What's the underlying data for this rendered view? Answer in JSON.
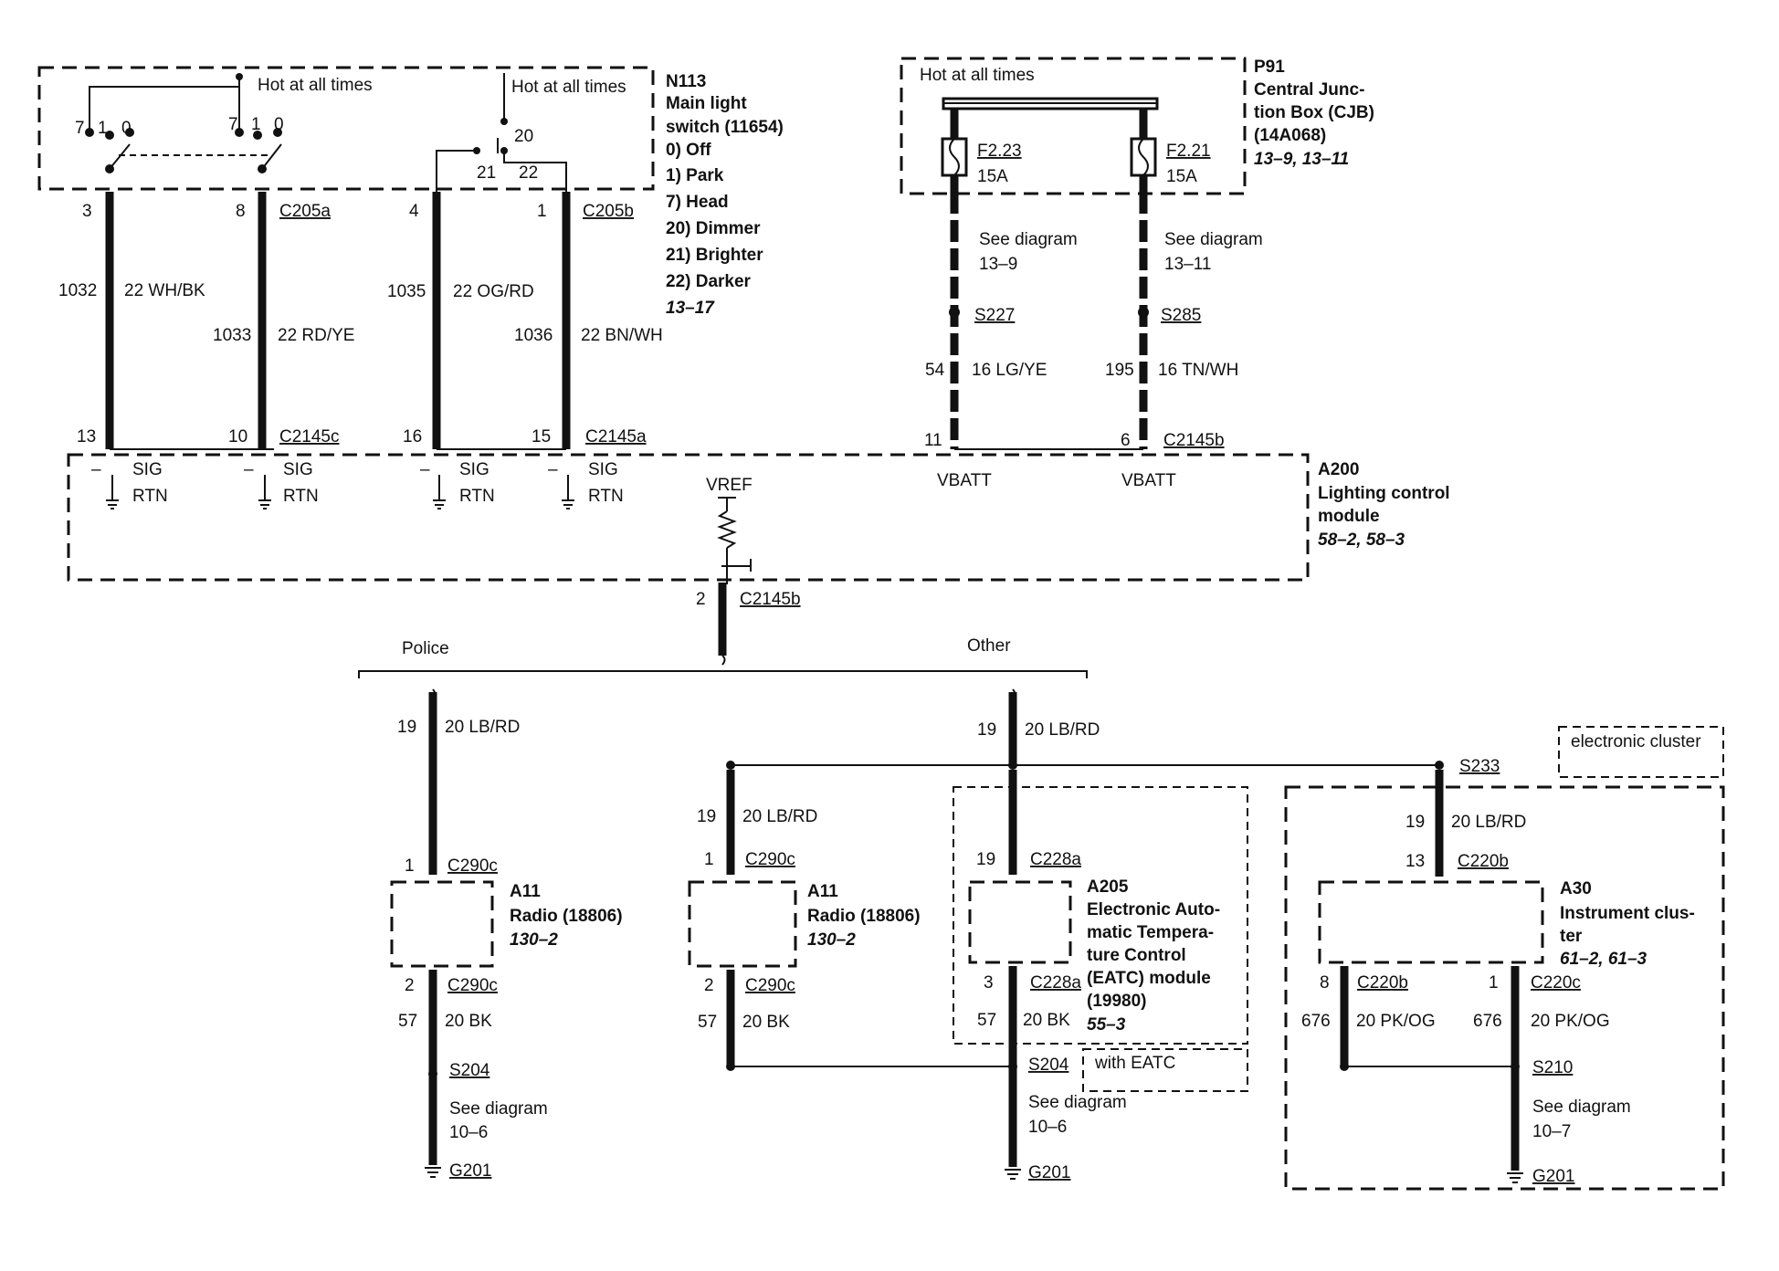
{
  "n113": {
    "id": "N113",
    "title_l1": "Main light",
    "title_l2": "switch (11654)",
    "pos0": "0)   Off",
    "pos1": "1)   Park",
    "pos7": "7)   Head",
    "pos20": "20)  Dimmer",
    "pos21": "21)  Brighter",
    "pos22": "22)  Darker",
    "ref": "13–17",
    "hot1": "Hot at all times",
    "hot2": "Hot at all times",
    "sw_7a": "7",
    "sw_1a": "1",
    "sw_0a": "0",
    "sw_7b": "7",
    "sw_1b": "1",
    "sw_0b": "0",
    "sw_20": "20",
    "sw_21": "21",
    "sw_22": "22"
  },
  "p91": {
    "id": "P91",
    "l1": "Central Junc-",
    "l2": "tion Box (CJB)",
    "l3": "(14A068)",
    "ref": "13–9, 13–11",
    "hot": "Hot at all times",
    "fuse1": "F2.23",
    "fuse1_amp": "15A",
    "fuse2": "F2.21",
    "fuse2_amp": "15A"
  },
  "a200": {
    "id": "A200",
    "l1": "Lighting control",
    "l2": "module",
    "ref": "58–2, 58–3",
    "vref": "VREF",
    "vbatt1": "VBATT",
    "vbatt2": "VBATT",
    "sig": "SIG",
    "rtn": "RTN",
    "minus": "–"
  },
  "wires": {
    "w1": {
      "pin_top": "3",
      "circuit": "1032",
      "gauge": "22 WH/BK",
      "pin_bot": "13"
    },
    "w2": {
      "pin_top": "8",
      "conn_top": "C205a",
      "circuit": "1033",
      "gauge": "22 RD/YE",
      "pin_bot": "10",
      "conn_bot": "C2145c"
    },
    "w3": {
      "pin_top": "4",
      "circuit": "1035",
      "gauge": "22 OG/RD",
      "pin_bot": "16"
    },
    "w4": {
      "pin_top": "1",
      "conn_top": "C205b",
      "circuit": "1036",
      "gauge": "22 BN/WH",
      "pin_bot": "15",
      "conn_bot": "C2145a"
    },
    "w5": {
      "see1": "See diagram",
      "see2": "13–9",
      "splice": "S227",
      "circuit": "54",
      "gauge": "16 LG/YE",
      "pin_bot": "11"
    },
    "w6": {
      "see1": "See diagram",
      "see2": "13–11",
      "splice": "S285",
      "circuit": "195",
      "gauge": "16 TN/WH",
      "pin_bot": "6",
      "conn_bot": "C2145b"
    },
    "vref": {
      "pin": "2",
      "conn": "C2145b"
    }
  },
  "branch": {
    "police": "Police",
    "other": "Other"
  },
  "radio_police": {
    "in_circuit": "19",
    "in_gauge": "20 LB/RD",
    "in_pin": "1",
    "in_conn": "C290c",
    "id": "A11",
    "l1": "Radio (18806)",
    "ref": "130–2",
    "out_pin": "2",
    "out_conn": "C290c",
    "out_circuit": "57",
    "out_gauge": "20 BK",
    "splice": "S204",
    "see1": "See diagram",
    "see2": "10–6",
    "ground": "G201"
  },
  "other_feed": {
    "circuit": "19",
    "gauge": "20 LB/RD",
    "splice": "S233"
  },
  "radio_other": {
    "in_circuit": "19",
    "in_gauge": "20 LB/RD",
    "in_pin": "1",
    "in_conn": "C290c",
    "id": "A11",
    "l1": "Radio (18806)",
    "ref": "130–2",
    "out_pin": "2",
    "out_conn": "C290c",
    "out_circuit": "57",
    "out_gauge": "20 BK"
  },
  "eatc": {
    "in_pin": "19",
    "in_conn": "C228a",
    "id": "A205",
    "l1": "Electronic Auto-",
    "l2": "matic Tempera-",
    "l3": "ture Control",
    "l4": "(EATC) module",
    "l5": "(19980)",
    "ref": "55–3",
    "out_pin": "3",
    "out_conn": "C228a",
    "out_circuit": "57",
    "out_gauge": "20 BK",
    "splice": "S204",
    "with": "with EATC",
    "see1": "See diagram",
    "see2": "10–6",
    "ground": "G201"
  },
  "cluster": {
    "tag": "electronic cluster",
    "in_circuit": "19",
    "in_gauge": "20 LB/RD",
    "in_pin": "13",
    "in_conn": "C220b",
    "id": "A30",
    "l1": "Instrument clus-",
    "l2": "ter",
    "ref": "61–2, 61–3",
    "out1_pin": "8",
    "out1_conn": "C220b",
    "out1_circuit": "676",
    "out1_gauge": "20 PK/OG",
    "out2_pin": "1",
    "out2_conn": "C220c",
    "out2_circuit": "676",
    "out2_gauge": "20 PK/OG",
    "splice": "S210",
    "see1": "See diagram",
    "see2": "10–7",
    "ground": "G201"
  }
}
